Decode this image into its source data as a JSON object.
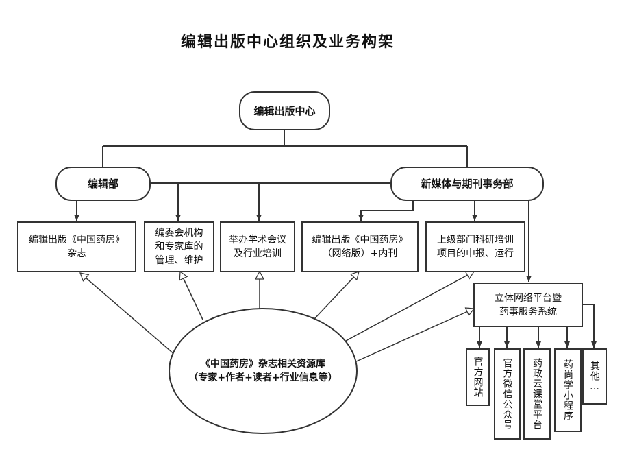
{
  "title": "编辑出版中心组织及业务构架",
  "nodes": {
    "center": "编辑出版中心",
    "edit_dept": "编辑部",
    "newmedia_dept": "新媒体与期刊事务部",
    "b1_line1": "编辑出版《中国药房》",
    "b1_line2": "杂志",
    "b2_line1": "编委会机构",
    "b2_line2": "和专家库的",
    "b2_line3": "管理、维护",
    "b3_line1": "举办学术会议",
    "b3_line2": "及行业培训",
    "b4_line1": "编辑出版《中国药房》",
    "b4_line2": "（网络版）+内刊",
    "b5_line1": "上级部门科研培训",
    "b5_line2": "项目的申报、运行",
    "platform_line1": "立体网络平台暨",
    "platform_line2": "药事服务系统",
    "db_line1": "《中国药房》杂志相关资源库",
    "db_line2": "（专家+作者+读者+行业信息等）",
    "v1": "官方网站",
    "v2": "官方微信公众号",
    "v3": "药政云课堂平台",
    "v4": "药尚学小程序",
    "v5": "其他…"
  }
}
